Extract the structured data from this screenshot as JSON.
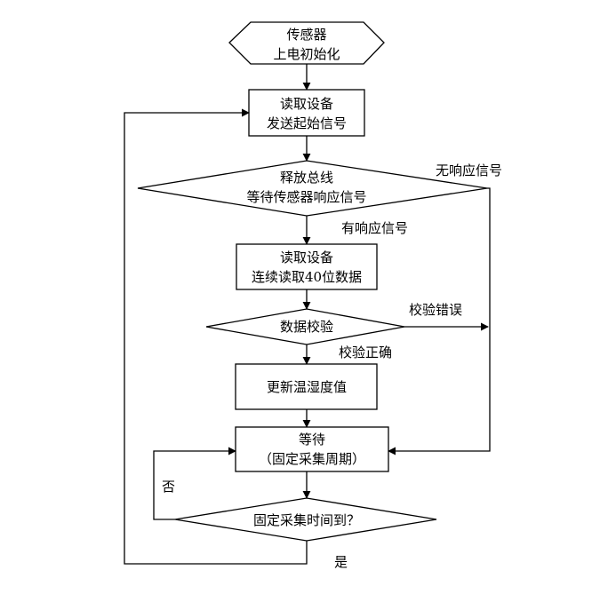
{
  "nodes": {
    "start": {
      "line1": "传感器",
      "line2": "上电初始化"
    },
    "send_start": {
      "line1": "读取设备",
      "line2": "发送起始信号"
    },
    "wait_response": {
      "line1": "释放总线",
      "line2": "等待传感器响应信号"
    },
    "read_data": {
      "line1": "读取设备",
      "line2": "连续读取40位数据"
    },
    "checksum": {
      "line1": "数据校验"
    },
    "update": {
      "line1": "更新温湿度值"
    },
    "wait": {
      "line1": "等待",
      "line2": "（固定采集周期）"
    },
    "time_check": {
      "line1": "固定采集时间到？"
    }
  },
  "edges": {
    "no_response": "无响应信号",
    "has_response": "有响应信号",
    "check_error": "校验错误",
    "check_ok": "校验正确",
    "no": "否",
    "yes": "是"
  }
}
